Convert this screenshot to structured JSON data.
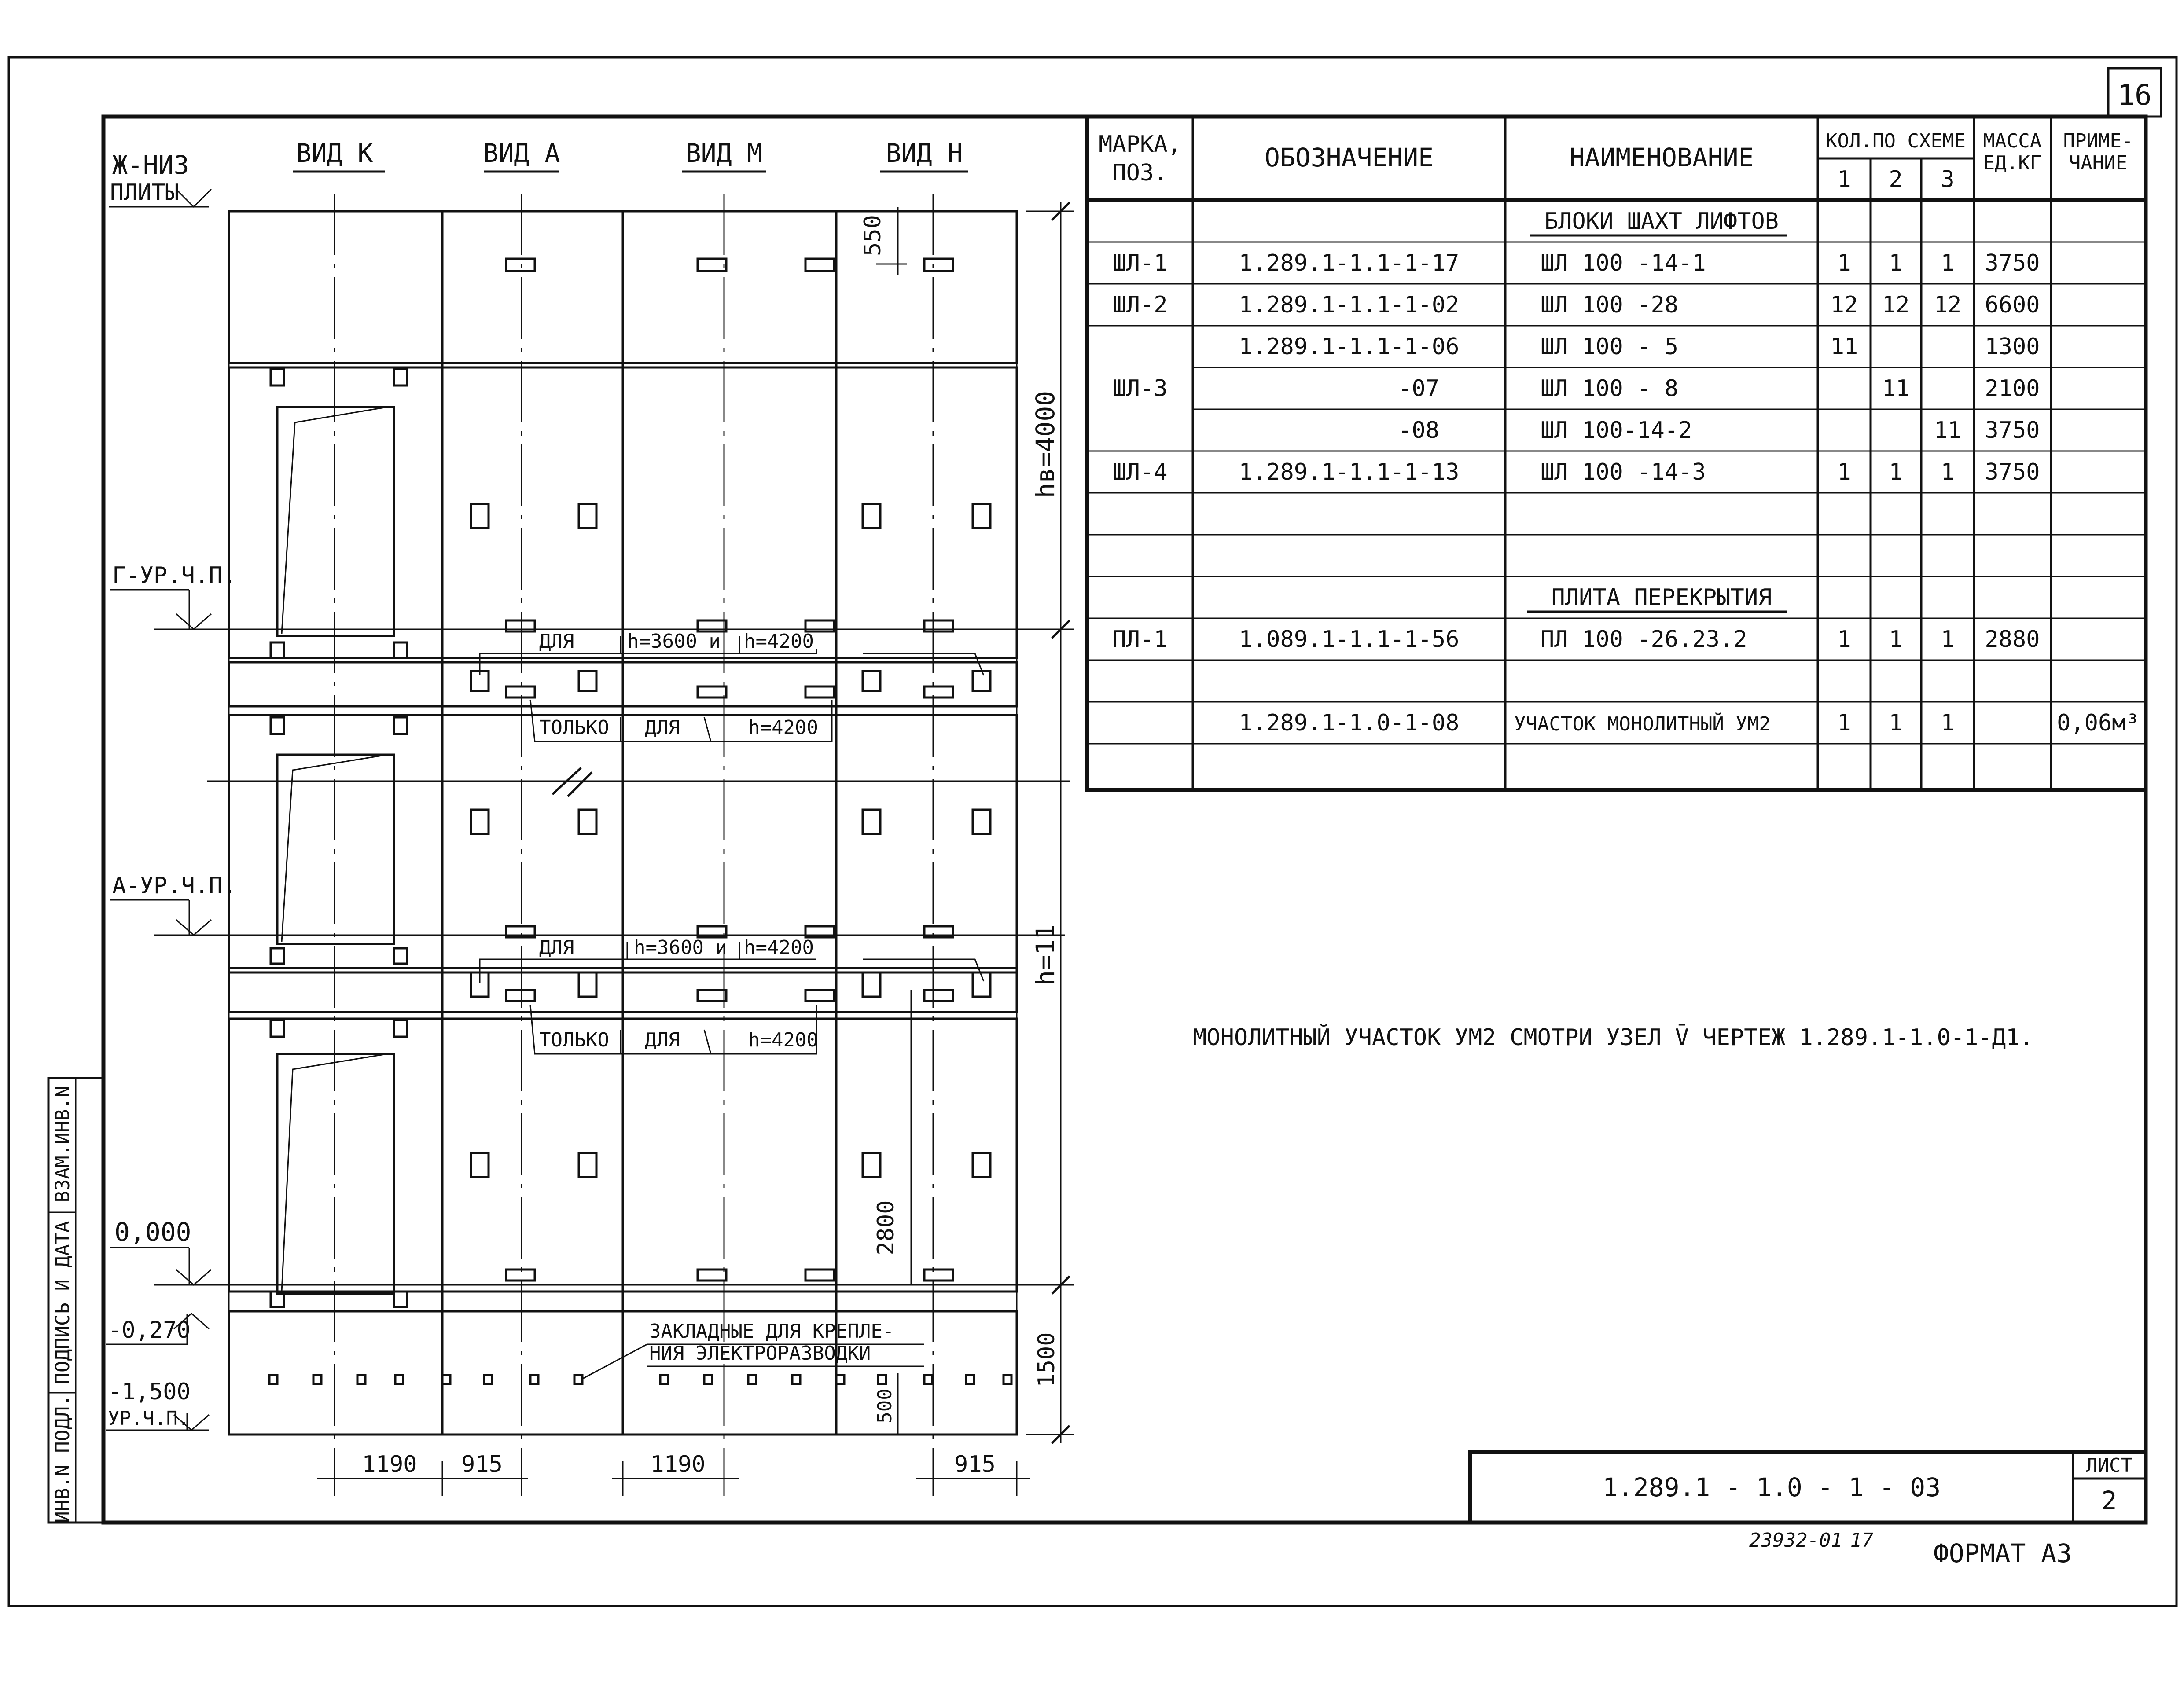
{
  "sheet_number": "16",
  "views": {
    "k": "ВИД К",
    "a": "ВИД А",
    "m": "ВИД М",
    "n": "ВИД Н"
  },
  "levels": {
    "slab_bottom_1": "Ж-НИЗ",
    "slab_bottom_2": "ПЛИТЫ",
    "g_level": "Г-УР.Ч.П.",
    "a_level": "А-УР.Ч.П.",
    "zero": "0,000",
    "minus_270": "-0,270",
    "minus_1500": "-1,500",
    "clean_floor": "УР.Ч.П."
  },
  "dimensions": {
    "d550": "550",
    "hb4000": "hв=4000",
    "h11": "h=11",
    "d2800": "2800",
    "d1500": "1500",
    "d500": "500",
    "d1190a": "1190",
    "d915a": "915",
    "d1190b": "1190",
    "d915b": "915"
  },
  "notes": {
    "for_1": "ДЛЯ",
    "h3600_and_1": "h=3600 и",
    "h4200_1": "h=4200",
    "only_1": "ТОЛЬКО",
    "for_only_1": "ДЛЯ",
    "h4200_only_1": "h=4200",
    "for_2": "ДЛЯ",
    "h3600_and_2": "h=3600 и",
    "h4200_2": "h=4200",
    "only_2": "ТОЛЬКО",
    "for_only_2": "ДЛЯ",
    "h4200_only_2": "h=4200",
    "embedded_1": "ЗАКЛАДНЫЕ ДЛЯ КРЕПЛЕ-",
    "embedded_2": "НИЯ ЭЛЕКТРОРАЗВОДКИ",
    "monolithic_note": "МОНОЛИТНЫЙ УЧАСТОК УМ2 СМОТРИ УЗЕЛ V̄ ЧЕРТЕЖ 1.289.1-1.0-1-Д1."
  },
  "table": {
    "headers": {
      "mark_1": "МАРКА,",
      "mark_2": "ПОЗ.",
      "designation": "ОБОЗНАЧЕНИЕ",
      "name": "НАИМЕНОВАНИЕ",
      "qty": "КОЛ.ПО СХЕМЕ",
      "q1": "1",
      "q2": "2",
      "q3": "3",
      "mass_1": "МАССА",
      "mass_2": "ЕД.КГ",
      "note_1": "ПРИМЕ-",
      "note_2": "ЧАНИЕ"
    },
    "section_1": "БЛОКИ ШАХТ ЛИФТОВ",
    "section_2": "ПЛИТА ПЕРЕКРЫТИЯ",
    "rows": [
      {
        "mark": "ШЛ-1",
        "designation": "1.289.1-1.1-1-17",
        "name": "ШЛ 100 -14-1",
        "q1": "1",
        "q2": "1",
        "q3": "1",
        "mass": "3750",
        "note": ""
      },
      {
        "mark": "ШЛ-2",
        "designation": "1.289.1-1.1-1-02",
        "name": "ШЛ 100 -28",
        "q1": "12",
        "q2": "12",
        "q3": "12",
        "mass": "6600",
        "note": ""
      },
      {
        "mark": "",
        "designation": "1.289.1-1.1-1-06",
        "name": "ШЛ 100 - 5",
        "q1": "11",
        "q2": "",
        "q3": "",
        "mass": "1300",
        "note": ""
      },
      {
        "mark": "ШЛ-3",
        "designation": "-07",
        "name": "ШЛ 100 - 8",
        "q1": "",
        "q2": "11",
        "q3": "",
        "mass": "2100",
        "note": ""
      },
      {
        "mark": "",
        "designation": "-08",
        "name": "ШЛ 100-14-2",
        "q1": "",
        "q2": "",
        "q3": "11",
        "mass": "3750",
        "note": ""
      },
      {
        "mark": "ШЛ-4",
        "designation": "1.289.1-1.1-1-13",
        "name": "ШЛ 100 -14-3",
        "q1": "1",
        "q2": "1",
        "q3": "1",
        "mass": "3750",
        "note": ""
      },
      {
        "mark": "",
        "designation": "",
        "name": "",
        "q1": "",
        "q2": "",
        "q3": "",
        "mass": "",
        "note": ""
      },
      {
        "mark": "",
        "designation": "",
        "name": "",
        "q1": "",
        "q2": "",
        "q3": "",
        "mass": "",
        "note": ""
      },
      {
        "mark": "ПЛ-1",
        "designation": "1.089.1-1.1-1-56",
        "name": "ПЛ 100 -26.23.2",
        "q1": "1",
        "q2": "1",
        "q3": "1",
        "mass": "2880",
        "note": ""
      },
      {
        "mark": "",
        "designation": "",
        "name": "",
        "q1": "",
        "q2": "",
        "q3": "",
        "mass": "",
        "note": ""
      },
      {
        "mark": "",
        "designation": "1.289.1-1.0-1-08",
        "name": "УЧАСТОК МОНОЛИТНЫЙ УМ2",
        "q1": "1",
        "q2": "1",
        "q3": "1",
        "mass": "",
        "note": "0,06м³"
      },
      {
        "mark": "",
        "designation": "",
        "name": "",
        "q1": "",
        "q2": "",
        "q3": "",
        "mass": "",
        "note": ""
      }
    ]
  },
  "stamp": {
    "code": "1.289.1 - 1.0 - 1 - 03",
    "sheet_label": "ЛИСТ",
    "sheet_value": "2"
  },
  "side_labels": {
    "inv_podl": "ИНВ.N ПОДЛ.",
    "sign_date": "ПОДПИСЬ И ДАТА",
    "vzam_inv": "ВЗАМ.ИНВ.N"
  },
  "footer": {
    "archive": "23932-01",
    "archive_page": "17",
    "format": "ФОРМАТ А3"
  }
}
